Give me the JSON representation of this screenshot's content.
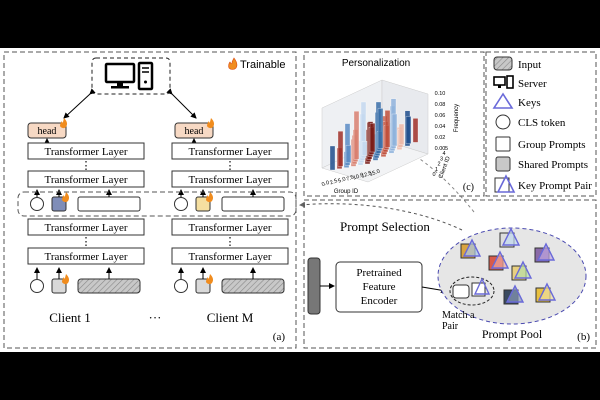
{
  "panel_a": {
    "trainable_label": "Trainable",
    "head_label": "head",
    "layer_label": "Transformer Layer",
    "client_left": "Client 1",
    "client_right": "Client M",
    "between_clients": "···",
    "vdots": "⋮",
    "tag": "(a)"
  },
  "panel_b": {
    "title": "Prompt Selection",
    "encoder_line1": "Pretrained",
    "encoder_line2": "Feature",
    "encoder_line3": "Encoder",
    "match_line1": "Match a",
    "match_line2": "Pair",
    "pool_label": "Prompt Pool",
    "tag": "(b)"
  },
  "panel_c": {
    "title": "Personalization",
    "xlabel": "Group ID",
    "ylabel": "Client ID",
    "zlabel": "Frequency",
    "x_ticks": [
      "0.0",
      "2.5",
      "5.0",
      "7.5",
      "10.0",
      "12.5",
      "15.0"
    ],
    "y_ticks": [
      "0",
      "1",
      "2",
      "3",
      "4",
      "5"
    ],
    "z_ticks": [
      "0.00",
      "0.02",
      "0.04",
      "0.06",
      "0.08",
      "0.10"
    ],
    "tag": "(c)"
  },
  "legend": {
    "items": [
      {
        "label": "Input",
        "icon": "input-icon"
      },
      {
        "label": "Server",
        "icon": "server-icon"
      },
      {
        "label": "Keys",
        "icon": "key-icon"
      },
      {
        "label": "CLS token",
        "icon": "cls-token-icon"
      },
      {
        "label": "Group Prompts",
        "icon": "group-prompt-icon"
      },
      {
        "label": "Shared Prompts",
        "icon": "shared-prompt-icon"
      },
      {
        "label": "Key Prompt Pair",
        "icon": "key-prompt-pair-icon"
      }
    ]
  },
  "colors": {
    "head": "#f7d9c4",
    "flame": "#f08c1e",
    "key": "#6a6ad9",
    "prompt_fill": "#b0b0b0",
    "pool": "#e6e6e6",
    "bar_blue": "#3a6ea8",
    "bar_red": "#a03028"
  }
}
